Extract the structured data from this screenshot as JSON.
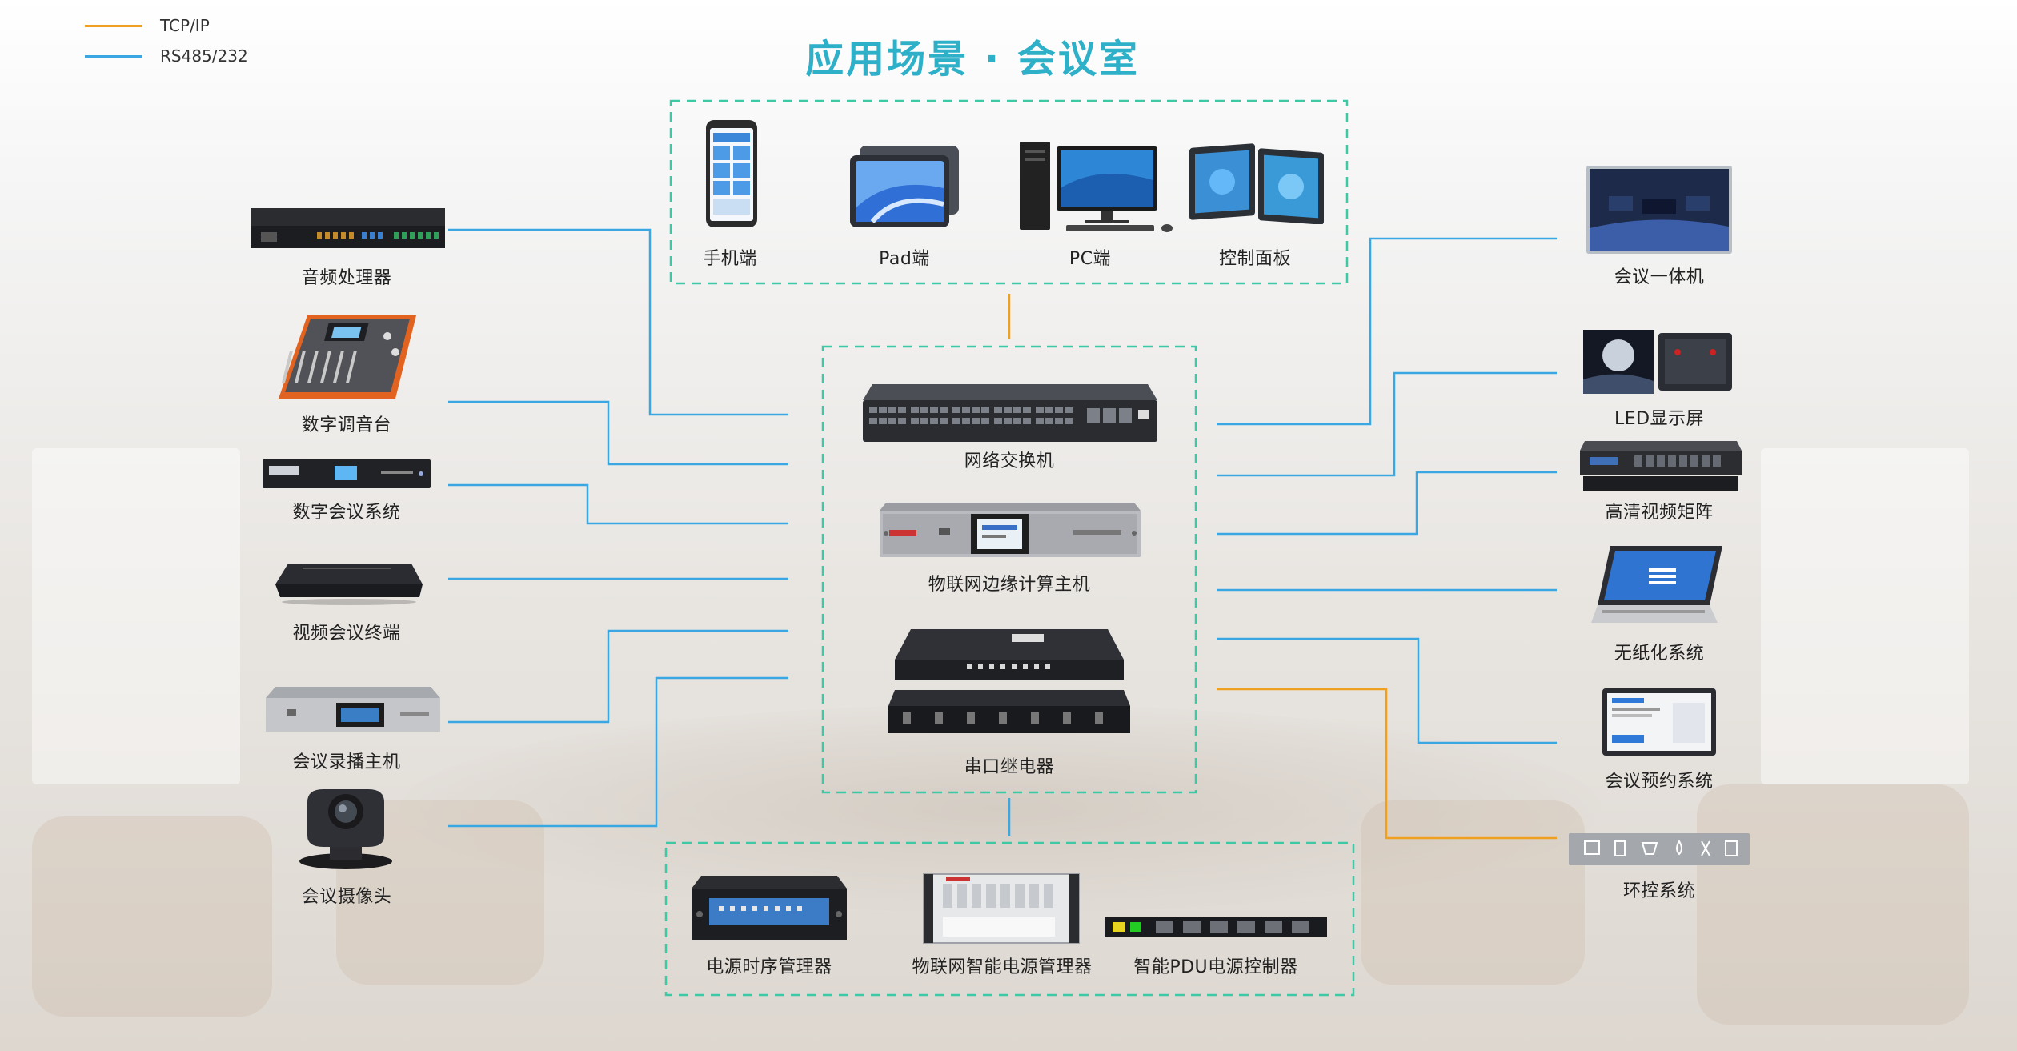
{
  "title": "应用场景 · 会议室",
  "legend": [
    {
      "label": "TCP/IP",
      "color": "#f0a020"
    },
    {
      "label": "RS485/232",
      "color": "#3aa7e2"
    }
  ],
  "top_group": [
    "手机端",
    "Pad端",
    "PC端",
    "控制面板"
  ],
  "core_group": [
    "网络交换机",
    "物联网边缘计算主机",
    "串口继电器"
  ],
  "left_devices": [
    "音频处理器",
    "数字调音台",
    "数字会议系统",
    "视频会议终端",
    "会议录播主机",
    "会议摄像头"
  ],
  "right_devices": [
    "会议一体机",
    "LED显示屏",
    "高清视频矩阵",
    "无纸化系统",
    "会议预约系统",
    "环控系统"
  ],
  "bottom_group": [
    "电源时序管理器",
    "物联网智能电源管理器",
    "智能PDU电源控制器"
  ],
  "colors": {
    "tcp": "#f0a020",
    "rs": "#3aa7e2",
    "dashed": "#3dc9a6",
    "title": "#2fb0c9"
  },
  "icons": [
    "phone-icon",
    "tablet-icon",
    "pc-icon",
    "control-panel-icon",
    "switch-icon",
    "edge-host-icon",
    "relay-icon",
    "audio-processor-icon",
    "mixer-icon",
    "conference-system-icon",
    "video-terminal-icon",
    "recorder-icon",
    "camera-icon",
    "meeting-display-icon",
    "led-screen-icon",
    "video-matrix-icon",
    "paperless-icon",
    "booking-panel-icon",
    "env-control-icon",
    "sequencer-icon",
    "smart-power-icon",
    "pdu-icon"
  ]
}
